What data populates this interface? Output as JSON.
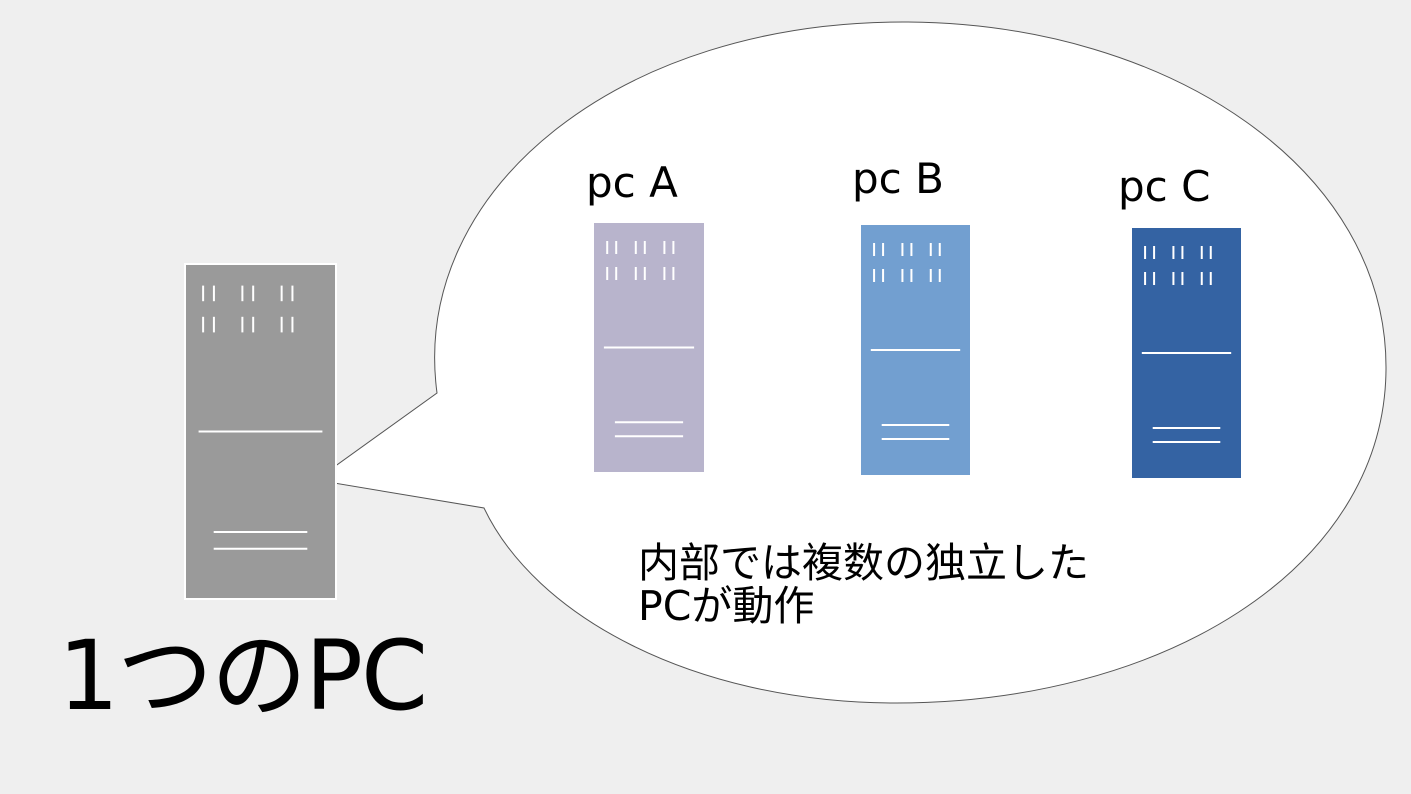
{
  "main_pc": {
    "label": "1つのPC",
    "color": "#9a9a9a"
  },
  "bubble": {
    "text_line1": "内部では複数の独立した",
    "text_line2": "PCが動作",
    "fill": "#ffffff"
  },
  "virtual_pcs": [
    {
      "label": "pc A",
      "color": "#b8b4cc"
    },
    {
      "label": "pc B",
      "color": "#729fd0"
    },
    {
      "label": "pc C",
      "color": "#3463a3"
    }
  ],
  "background": "#efefef"
}
